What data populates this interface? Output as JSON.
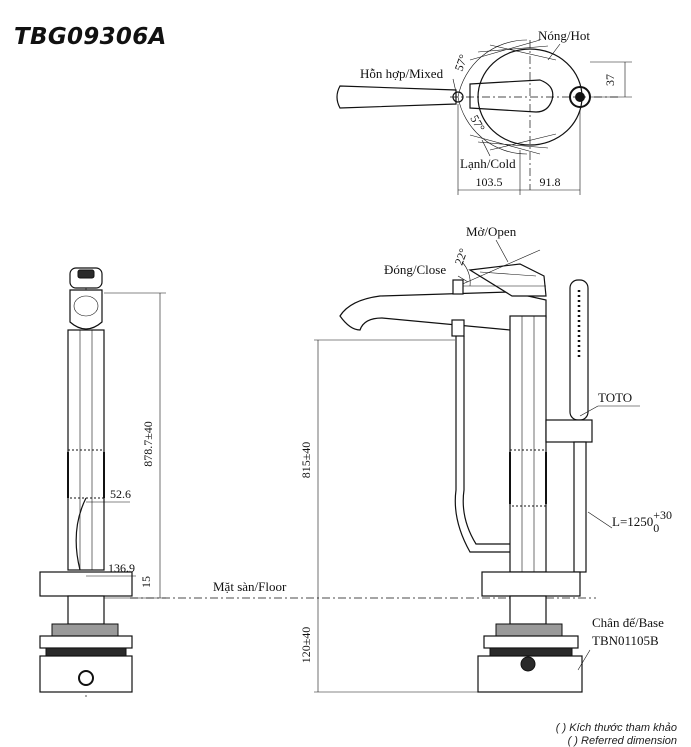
{
  "header": {
    "model_code": "TBG09306A"
  },
  "top_view": {
    "hot_label": "Nóng/Hot",
    "mixed_label": "Hỗn hợp/Mixed",
    "cold_label": "Lạnh/Cold",
    "angle_hot": "57°",
    "angle_cold": "57°",
    "dim_height": "37",
    "dim_left": "103.5",
    "dim_right": "91.8"
  },
  "side_view": {
    "open_label": "Mở/Open",
    "close_label": "Đóng/Close",
    "angle_open": "22°",
    "floor_label": "Mặt sàn/Floor",
    "handshower_brand": "TOTO",
    "hose_length": "L=1250",
    "hose_tol_upper": "+30",
    "hose_tol_lower": "0",
    "base_label": "Chân đế/Base",
    "base_code": "TBN01105B",
    "dim_spout": "815±40",
    "dim_base": "120±40"
  },
  "front_view": {
    "dim_total": "878.7±40",
    "dim_body": "52.6",
    "dim_flange": "136.9",
    "dim_flange_h": "15"
  },
  "footer": {
    "note_vi": "( ) Kích thước tham khảo",
    "note_en": "( ) Referred dimension"
  }
}
